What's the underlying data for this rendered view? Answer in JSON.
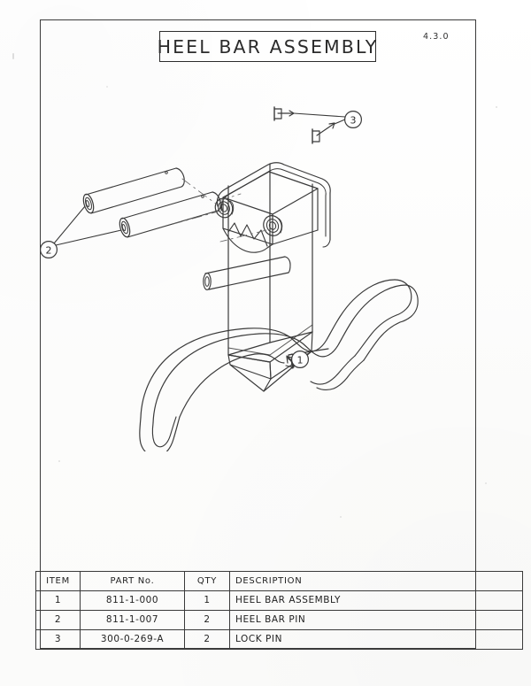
{
  "sheet": {
    "title": "HEEL BAR ASSEMBLY",
    "doc_number": "4.3.0"
  },
  "drawing": {
    "type": "exploded-isometric-assembly",
    "callouts": [
      {
        "id": "callout-1",
        "label": "1",
        "points_to": "heel bar base weldment"
      },
      {
        "id": "callout-2",
        "label": "2",
        "points_to": "two heel bar pins"
      },
      {
        "id": "callout-3",
        "label": "3",
        "points_to": "two lock pins"
      }
    ],
    "components": [
      "heel bar assembly base",
      "vertical column",
      "upper yoke bracket",
      "heel bar pin (left, exploded)",
      "heel bar pin (right, exploded)",
      "heel bar pin (installed in column)",
      "lock pin (upper)",
      "lock pin (lower)"
    ]
  },
  "table": {
    "headers": [
      "ITEM",
      "PART No.",
      "QTY",
      "DESCRIPTION"
    ],
    "rows": [
      {
        "item": "1",
        "part_no": "811-1-000",
        "qty": "1",
        "description": "HEEL BAR ASSEMBLY"
      },
      {
        "item": "2",
        "part_no": "811-1-007",
        "qty": "2",
        "description": "HEEL BAR PIN"
      },
      {
        "item": "3",
        "part_no": "300-0-269-A",
        "qty": "2",
        "description": "LOCK PIN"
      }
    ]
  },
  "colors": {
    "ink": "#2b2b2b",
    "line": "#3a3a3a",
    "paper": "#fdfdfd"
  }
}
